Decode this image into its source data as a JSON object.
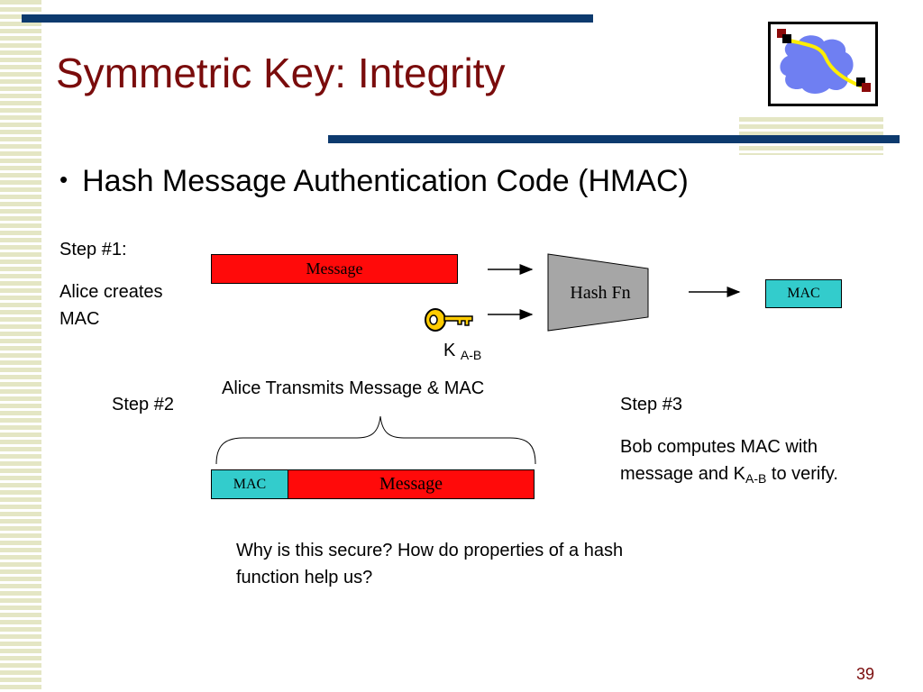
{
  "slide": {
    "title": "Symmetric Key: Integrity",
    "bullet_marker": "•",
    "bullet": "Hash Message Authentication Code (HMAC)",
    "page_number": "39"
  },
  "step1": {
    "label": "Step #1:",
    "description": "Alice creates MAC"
  },
  "diagram1": {
    "message_box": "Message",
    "hash_label": "Hash Fn",
    "mac_box": "MAC",
    "key_symbol": "K",
    "key_subscript": "A-B"
  },
  "step2": {
    "label": "Step #2",
    "transmit_caption": "Alice Transmits Message & MAC",
    "mac_box": "MAC",
    "message_box": "Message"
  },
  "step3": {
    "label": "Step #3",
    "line1": "Bob computes MAC with",
    "line2_prefix": "message and K",
    "line2_subscript": "A-B",
    "line2_suffix": " to verify."
  },
  "question": {
    "line1": "Why is this secure?  How do properties of a hash",
    "line2": "function help us?"
  },
  "colors": {
    "title": "#7a0c0c",
    "accent_bar": "#0d3a6e",
    "message_fill": "#ff0a0a",
    "mac_fill": "#33cccc",
    "hash_fill": "#a6a6a6",
    "key_fill": "#ffcc00"
  },
  "icons": [
    "network-cloud-logo-icon",
    "key-icon"
  ]
}
